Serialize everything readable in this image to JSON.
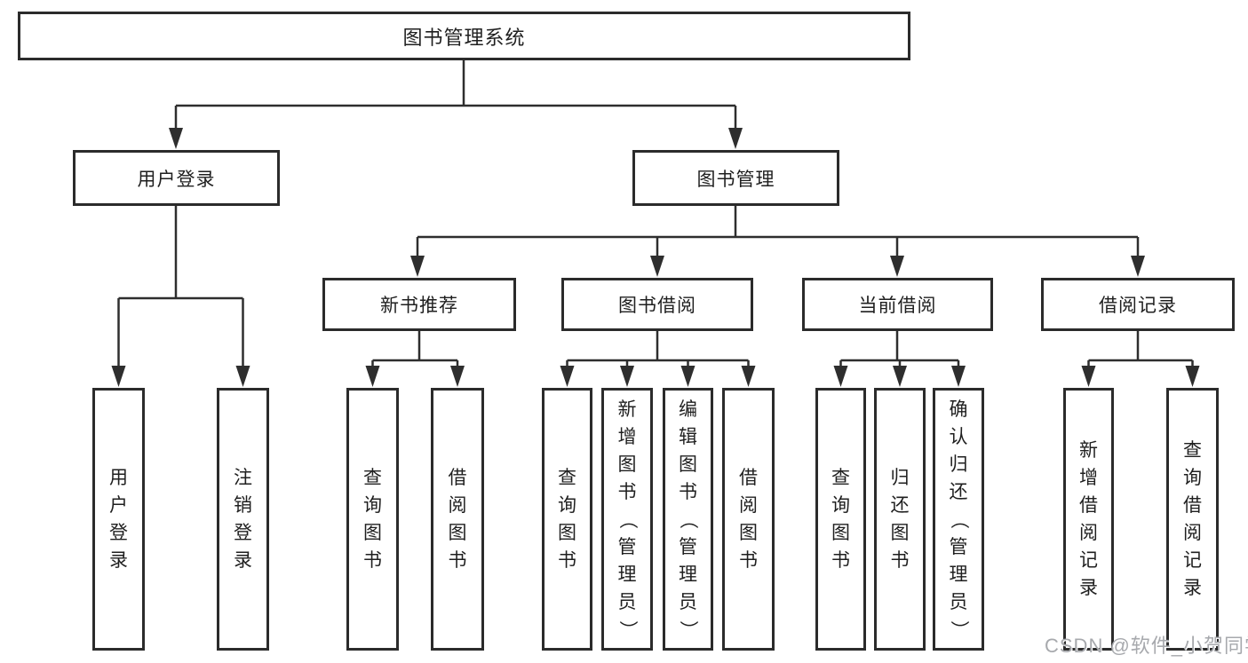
{
  "diagram": {
    "type": "function-structure-tree",
    "root": {
      "label": "图书管理系统",
      "children": [
        {
          "label": "用户登录",
          "children": [
            {
              "label": "用户登录"
            },
            {
              "label": "注销登录"
            }
          ]
        },
        {
          "label": "图书管理",
          "children": [
            {
              "label": "新书推荐",
              "children": [
                {
                  "label": "查询图书"
                },
                {
                  "label": "借阅图书"
                }
              ]
            },
            {
              "label": "图书借阅",
              "children": [
                {
                  "label": "查询图书"
                },
                {
                  "label": "新增图书（管理员）"
                },
                {
                  "label": "编辑图书（管理员）"
                },
                {
                  "label": "借阅图书"
                }
              ]
            },
            {
              "label": "当前借阅",
              "children": [
                {
                  "label": "查询图书"
                },
                {
                  "label": "归还图书"
                },
                {
                  "label": "确认归还（管理员）"
                }
              ]
            },
            {
              "label": "借阅记录",
              "children": [
                {
                  "label": "新增借阅记录"
                },
                {
                  "label": "查询借阅记录"
                }
              ]
            }
          ]
        }
      ]
    },
    "colors": {
      "line": "#2e2e2e",
      "border": "#2b2b2b",
      "text": "#1f1f1f",
      "watermark": "#a7a9ad",
      "background": "#ffffff"
    }
  },
  "watermark": {
    "text": "CSDN @软件_小贺同学"
  }
}
